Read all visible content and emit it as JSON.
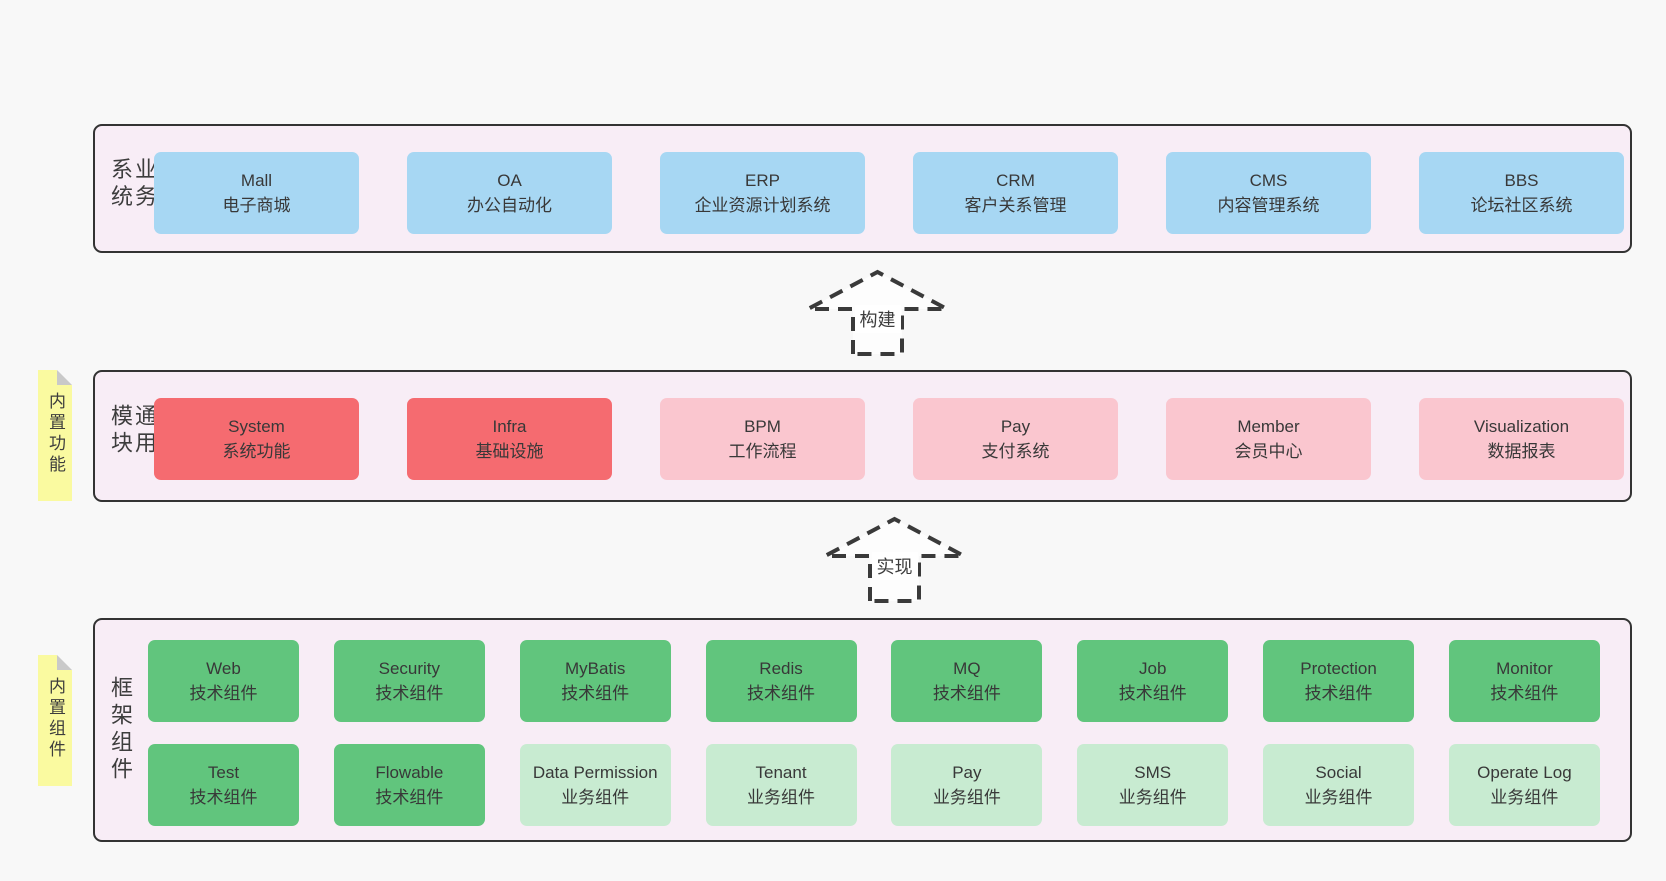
{
  "colors": {
    "page_bg": "#f8f8f8",
    "layer_bg": "#f8edf6",
    "layer_border": "#333333",
    "box_blue": "#a7d7f3",
    "box_red": "#f56b70",
    "box_pink": "#fac6cf",
    "box_green": "#61c57d",
    "box_green_light": "#c8ebd1",
    "note_bg": "#fafaa0",
    "note_fold": "#c9c9c9",
    "text": "#3b3b3b",
    "arrow_stroke": "#3a3a3a"
  },
  "layers": [
    {
      "label": "业务系统",
      "boxes": [
        {
          "name": "Mall",
          "desc": "电子商城"
        },
        {
          "name": "OA",
          "desc": "办公自动化"
        },
        {
          "name": "ERP",
          "desc": "企业资源计划系统"
        },
        {
          "name": "CRM",
          "desc": "客户关系管理"
        },
        {
          "name": "CMS",
          "desc": "内容管理系统"
        },
        {
          "name": "BBS",
          "desc": "论坛社区系统"
        }
      ]
    },
    {
      "label": "通用模块",
      "note": "内置功能",
      "boxes": [
        {
          "name": "System",
          "desc": "系统功能"
        },
        {
          "name": "Infra",
          "desc": "基础设施"
        },
        {
          "name": "BPM",
          "desc": "工作流程"
        },
        {
          "name": "Pay",
          "desc": "支付系统"
        },
        {
          "name": "Member",
          "desc": "会员中心"
        },
        {
          "name": "Visualization",
          "desc": "数据报表"
        }
      ]
    },
    {
      "label": "框架组件",
      "note": "内置组件",
      "rows": [
        [
          {
            "name": "Web",
            "desc": "技术组件"
          },
          {
            "name": "Security",
            "desc": "技术组件"
          },
          {
            "name": "MyBatis",
            "desc": "技术组件"
          },
          {
            "name": "Redis",
            "desc": "技术组件"
          },
          {
            "name": "MQ",
            "desc": "技术组件"
          },
          {
            "name": "Job",
            "desc": "技术组件"
          },
          {
            "name": "Protection",
            "desc": "技术组件"
          },
          {
            "name": "Monitor",
            "desc": "技术组件"
          }
        ],
        [
          {
            "name": "Test",
            "desc": "技术组件"
          },
          {
            "name": "Flowable",
            "desc": "技术组件"
          },
          {
            "name": "Data Permission",
            "desc": "业务组件"
          },
          {
            "name": "Tenant",
            "desc": "业务组件"
          },
          {
            "name": "Pay",
            "desc": "业务组件"
          },
          {
            "name": "SMS",
            "desc": "业务组件"
          },
          {
            "name": "Social",
            "desc": "业务组件"
          },
          {
            "name": "Operate Log",
            "desc": "业务组件"
          }
        ]
      ]
    }
  ],
  "arrows": [
    {
      "label": "构建"
    },
    {
      "label": "实现"
    }
  ]
}
